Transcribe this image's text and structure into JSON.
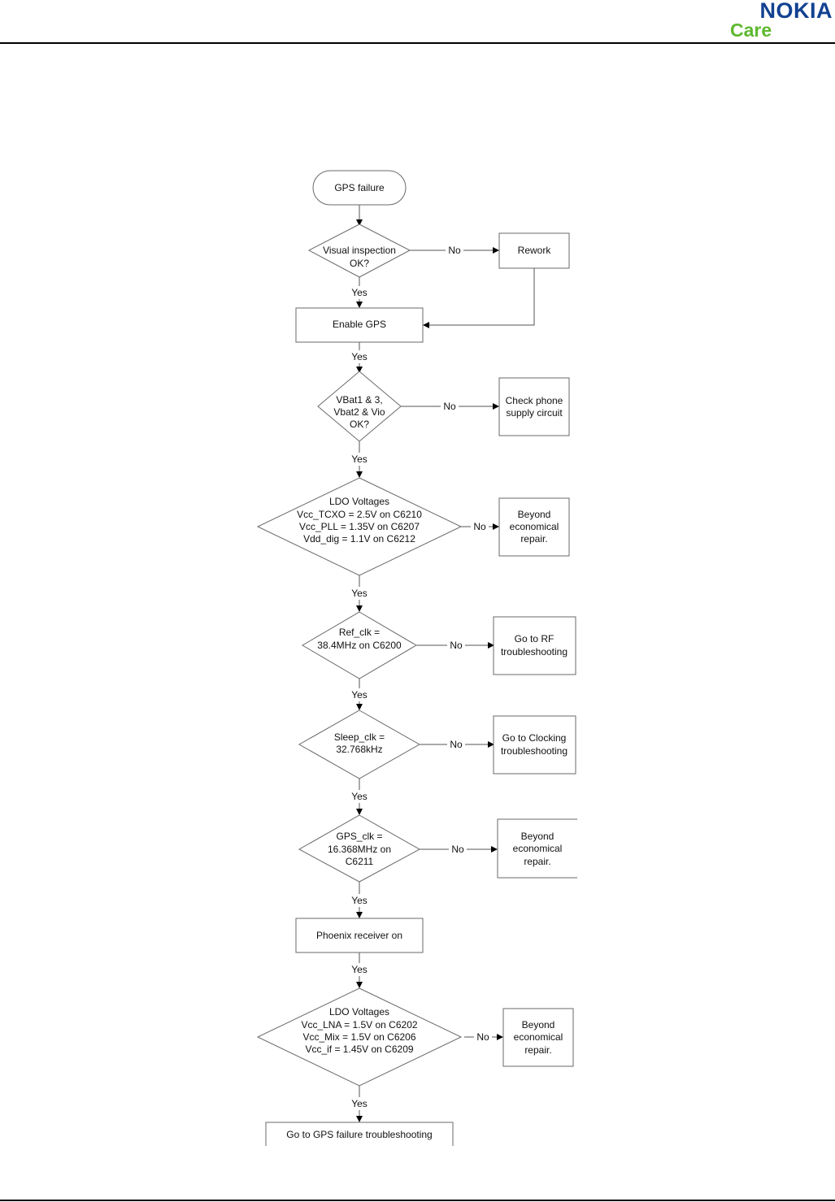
{
  "header": {
    "brand": "NOKIA",
    "subbrand": "Care"
  },
  "flow": {
    "start": "GPS failure",
    "visual_inspection": [
      "Visual inspection",
      "OK?"
    ],
    "rework": "Rework",
    "enable_gps": "Enable GPS",
    "vbat_check": [
      "VBat1 & 3,",
      "Vbat2 & Vio",
      "OK?"
    ],
    "check_supply": [
      "Check phone",
      "supply circuit"
    ],
    "ldo1": [
      "LDO Voltages",
      "Vcc_TCXO = 2.5V on C6210",
      "Vcc_PLL = 1.35V on C6207",
      "Vdd_dig = 1.1V on C6212"
    ],
    "ber1": [
      "Beyond",
      "economical",
      "repair."
    ],
    "ref_clk": [
      "Ref_clk =",
      "38.4MHz on C6200"
    ],
    "rf_troubleshooting": [
      "Go to RF",
      "troubleshooting"
    ],
    "sleep_clk": [
      "Sleep_clk =",
      "32.768kHz"
    ],
    "clocking_troubleshooting": [
      "Go to Clocking",
      "troubleshooting"
    ],
    "gps_clk": [
      "GPS_clk =",
      "16.368MHz on",
      "C6211"
    ],
    "ber2": [
      "Beyond",
      "economical",
      "repair."
    ],
    "phoenix": "Phoenix receiver on",
    "ldo2": [
      "LDO Voltages",
      "Vcc_LNA = 1.5V on C6202",
      "Vcc_Mix = 1.5V on C6206",
      "Vcc_if = 1.45V on C6209"
    ],
    "ber3": [
      "Beyond",
      "economical",
      "repair."
    ],
    "end": "Go to GPS failure troubleshooting",
    "yes": "Yes",
    "no": "No"
  }
}
